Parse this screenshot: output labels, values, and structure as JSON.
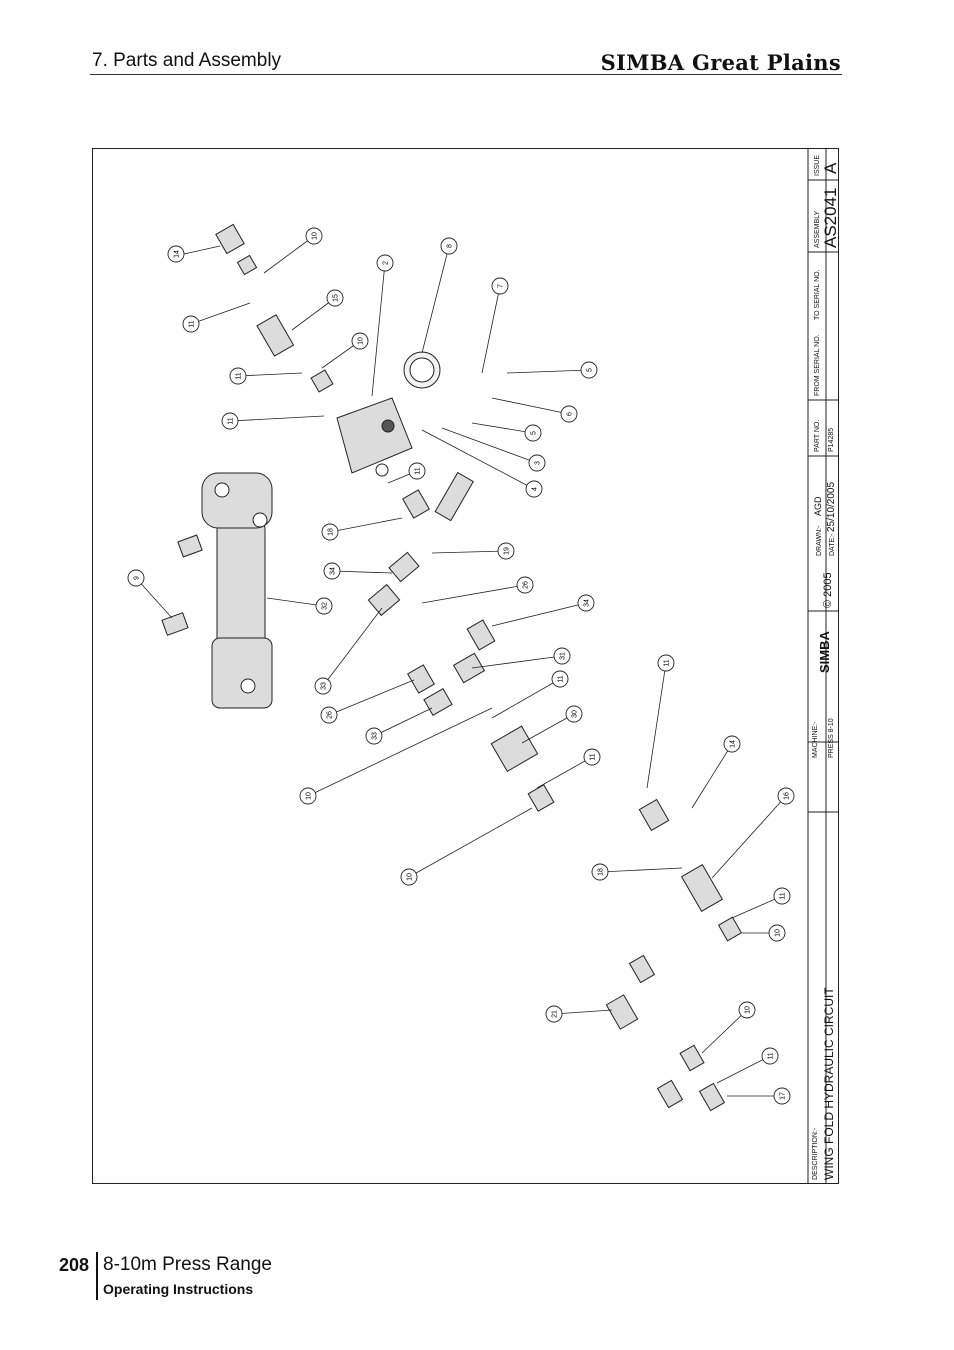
{
  "header": {
    "section": "7. Parts and Assembly",
    "brand": "SIMBA Great Plains"
  },
  "title_block": {
    "description_label": "DESCRIPTION:-",
    "description": "WING FOLD HYDRAULIC CIRCUIT",
    "machine_label": "MACHINE:-",
    "machine": "PRESS 8-10",
    "logo_text": "SIMBA",
    "copyright": "© 2005",
    "drawn_label": "DRAWN:-",
    "drawn": "AGD",
    "date_label": "DATE:-",
    "date": "25/10/2005",
    "part_no_label": "PART NO.",
    "part_no": "P14285",
    "from_serial_label": "FROM SERIAL NO.",
    "to_serial_label": "TO SERIAL NO.",
    "assembly_label": "ASSEMBLY",
    "assembly": "AS2041",
    "issue_label": "ISSUE",
    "issue": "A"
  },
  "balloons": [
    "14",
    "10",
    "11",
    "15",
    "2",
    "8",
    "7",
    "10",
    "11",
    "11",
    "5",
    "6",
    "5",
    "3",
    "4",
    "11",
    "18",
    "19",
    "34",
    "26",
    "32",
    "33",
    "9",
    "34",
    "31",
    "26",
    "11",
    "33",
    "30",
    "10",
    "11",
    "11",
    "14",
    "10",
    "16",
    "18",
    "11",
    "10",
    "21",
    "10",
    "11",
    "17"
  ],
  "footer": {
    "page_number": "208",
    "title": "8-10m Press Range",
    "subtitle": "Operating Instructions"
  }
}
